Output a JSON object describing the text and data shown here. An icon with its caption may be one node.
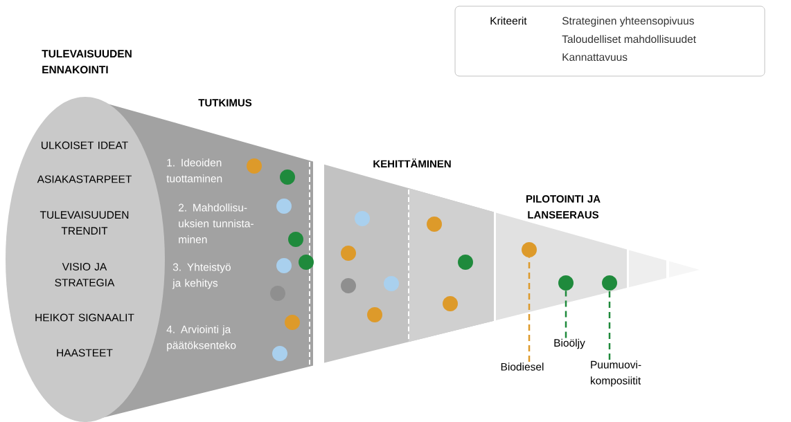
{
  "diagram": {
    "nodes": [
      {
        "text": [
          "Kriteerit",
          "Strateginen yhteensopivuus",
          "Taloudelliset mahdollisuudet",
          "Kannattavuus"
        ]
      },
      {
        "text": [
          "TULEVAISUUDEN ENNAKOINTI",
          "ULKOISET IDEAT",
          "ASIAKASTARPEET",
          "TULEVAISUUDEN TRENDIT",
          "VISIO JA STRATEGIA",
          "HEIKOT SIGNAALIT",
          "HAASTEET"
        ]
      },
      {
        "text": [
          "TUTKIMUS",
          "1. Ideoiden tuottaminen",
          "2. Mahdollisu- uksien tunnista- minen",
          "3. Yhteistyö ja kehitys",
          "4. Arviointi ja päätöksenteko"
        ]
      },
      {
        "text": [
          "KEHITTÄMINEN"
        ]
      },
      {
        "text": [
          "PILOTOINTI JA LANSEERAUS"
        ]
      },
      {
        "text": [],
        "shape": "box"
      },
      {
        "text": [],
        "shape": "box"
      },
      {
        "text": [],
        "shape": "circle",
        "in": 4
      },
      {
        "text": [],
        "shape": "circle",
        "in": 4
      },
      {
        "text": [],
        "shape": "circle",
        "in": 4
      },
      {
        "text": [
          "Biodiesel"
        ]
      },
      {
        "text": [
          "Bioöljy"
        ]
      },
      {
        "text": [
          "Puumuovi- komposiitit"
        ]
      }
    ],
    "edges": [
      {
        "from": 10,
        "to": 7,
        "arrow": "none",
        "style": "dashed",
        "color": "#dd9a2a"
      },
      {
        "from": 11,
        "to": 8,
        "arrow": "none",
        "style": "dashed",
        "color": "#1f8a3c"
      },
      {
        "from": 12,
        "to": 9,
        "arrow": "none",
        "style": "dashed",
        "color": "#1f8a3c"
      }
    ]
  }
}
